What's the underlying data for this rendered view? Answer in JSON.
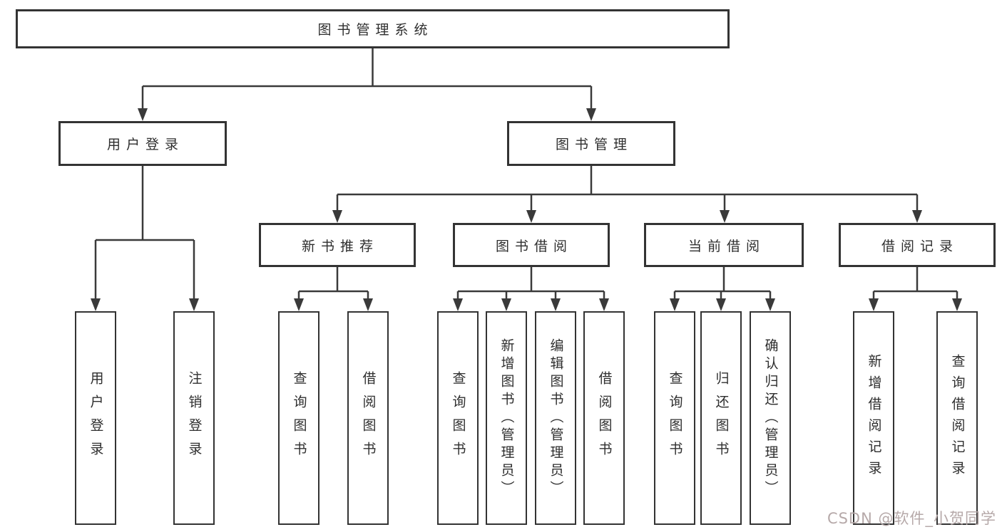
{
  "tree": {
    "label": "图书管理系统",
    "children": [
      {
        "label": "用户登录",
        "children": [
          {
            "label": "用户登录"
          },
          {
            "label": "注销登录"
          }
        ]
      },
      {
        "label": "图书管理",
        "children": [
          {
            "label": "新书推荐",
            "children": [
              {
                "label": "查询图书"
              },
              {
                "label": "借阅图书"
              }
            ]
          },
          {
            "label": "图书借阅",
            "children": [
              {
                "label": "查询图书"
              },
              {
                "label": "新增图书（管理员）"
              },
              {
                "label": "编辑图书（管理员）"
              },
              {
                "label": "借阅图书"
              }
            ]
          },
          {
            "label": "当前借阅",
            "children": [
              {
                "label": "查询图书"
              },
              {
                "label": "归还图书"
              },
              {
                "label": "确认归还（管理员）"
              }
            ]
          },
          {
            "label": "借阅记录",
            "children": [
              {
                "label": "新增借阅记录"
              },
              {
                "label": "查询借阅记录"
              }
            ]
          }
        ]
      }
    ]
  },
  "watermark": {
    "text": "CSDN @软件_小贺同学",
    "color": "#b6a9a9"
  },
  "colors": {
    "line": "#3a3a3a",
    "border": "#333333",
    "text": "#2e2e2e",
    "background": "#ffffff"
  }
}
